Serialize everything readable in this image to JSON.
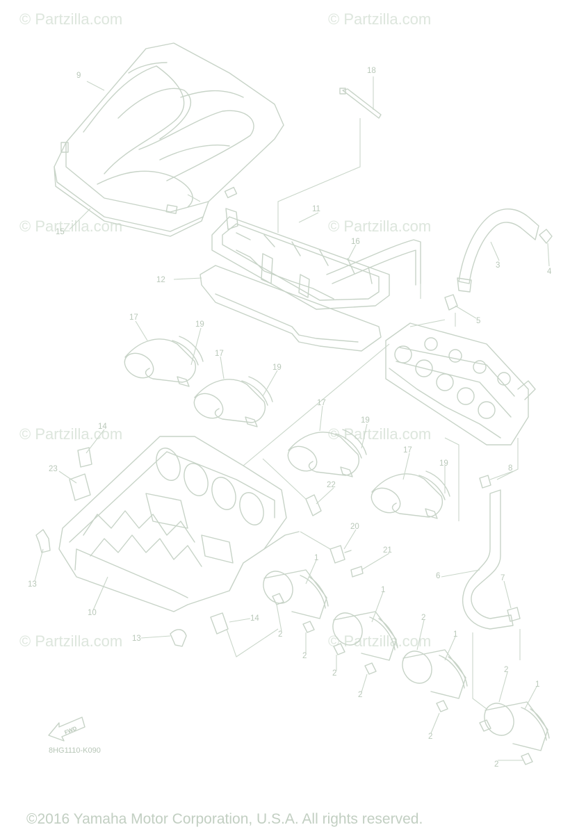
{
  "watermarks": [
    {
      "id": "wm-top-left",
      "text": "© Partzilla.com"
    },
    {
      "id": "wm-top-right",
      "text": "© Partzilla.com"
    },
    {
      "id": "wm-mid-left",
      "text": "© Partzilla.com"
    },
    {
      "id": "wm-mid-right",
      "text": "© Partzilla.com"
    },
    {
      "id": "wm-low-left",
      "text": "© Partzilla.com"
    },
    {
      "id": "wm-low-right",
      "text": "© Partzilla.com"
    },
    {
      "id": "wm-bot-left",
      "text": "© Partzilla.com"
    },
    {
      "id": "wm-bot-right",
      "text": "© Partzilla.com"
    }
  ],
  "callouts": {
    "c1a": "1",
    "c1b": "1",
    "c1c": "1",
    "c1d": "1",
    "c2a": "2",
    "c2b": "2",
    "c2c": "2",
    "c2d": "2",
    "c2e": "2",
    "c2f": "2",
    "c2g": "2",
    "c2h": "2",
    "c3": "3",
    "c4": "4",
    "c5": "5",
    "c6": "6",
    "c7": "7",
    "c8": "8",
    "c9": "9",
    "c10": "10",
    "c11": "11",
    "c12": "12",
    "c13a": "13",
    "c13b": "13",
    "c14a": "14",
    "c14b": "14",
    "c15": "15",
    "c16": "16",
    "c17a": "17",
    "c17b": "17",
    "c17c": "17",
    "c17d": "17",
    "c18": "18",
    "c19a": "19",
    "c19b": "19",
    "c19c": "19",
    "c19d": "19",
    "c20": "20",
    "c21": "21",
    "c22": "22",
    "c23": "23"
  },
  "fwd_label": "FWD",
  "diagram_code": "8HG1110-K090",
  "copyright": "©2016 Yamaha Motor Corporation, U.S.A. All rights reserved.",
  "colors": {
    "line": "#c7d3c7",
    "text": "#b9c8b9",
    "watermark": "#dde6dd"
  }
}
